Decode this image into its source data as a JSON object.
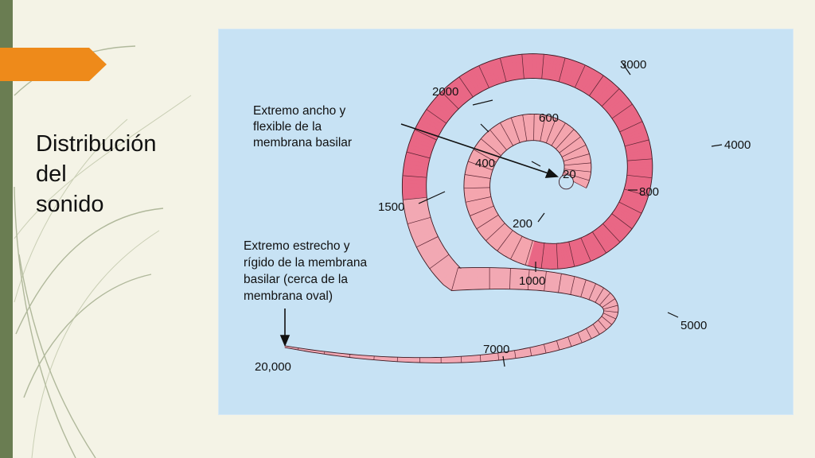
{
  "slide": {
    "title_lines": [
      "Distribución",
      "del",
      "sonido"
    ]
  },
  "diagram": {
    "colors": {
      "panel": "#c7e2f4",
      "outer_turn": "#e96785",
      "inner_turn": "#f4a5ae",
      "basal_segment": "#f2a8b3",
      "accent_tab": "#ee8a1a",
      "strip": "#6a7d52"
    },
    "annotations": {
      "wide_end": [
        "Extremo ancho y",
        "flexible de la",
        "membrana basilar"
      ],
      "narrow_end": [
        "Extremo estrecho y",
        "rígido de la membrana",
        "basilar (cerca de la",
        "membrana oval)"
      ]
    },
    "frequency_labels": [
      "20",
      "200",
      "400",
      "600",
      "800",
      "1000",
      "1500",
      "2000",
      "3000",
      "4000",
      "5000",
      "7000",
      "20,000"
    ]
  }
}
